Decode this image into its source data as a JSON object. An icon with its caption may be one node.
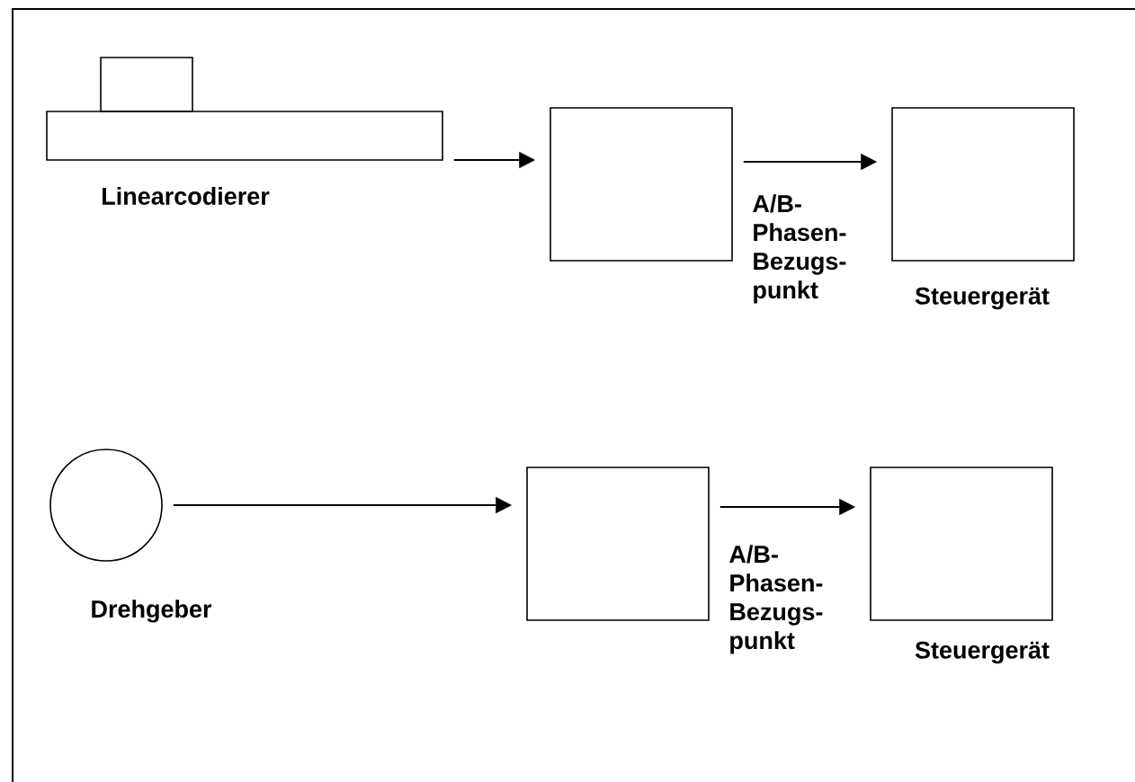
{
  "diagram": {
    "nodes": [
      {
        "text": [
          "Linearcodierer"
        ]
      },
      {
        "text": [],
        "shape": "box"
      },
      {
        "text": [
          "Steuergerät"
        ]
      },
      {
        "text": [
          "Drehgeber"
        ]
      },
      {
        "text": [],
        "shape": "box"
      },
      {
        "text": [
          "Steuergerät"
        ]
      }
    ],
    "edges": [
      {
        "from": 0,
        "to": 1,
        "arrow": "to"
      },
      {
        "from": 1,
        "to": 2,
        "arrow": "to",
        "label": "A/B- Phasen- Bezugs- punkt"
      },
      {
        "from": 3,
        "to": 4,
        "arrow": "to"
      },
      {
        "from": 4,
        "to": 5,
        "arrow": "to",
        "label": "A/B- Phasen- Bezugs- punkt"
      }
    ]
  }
}
